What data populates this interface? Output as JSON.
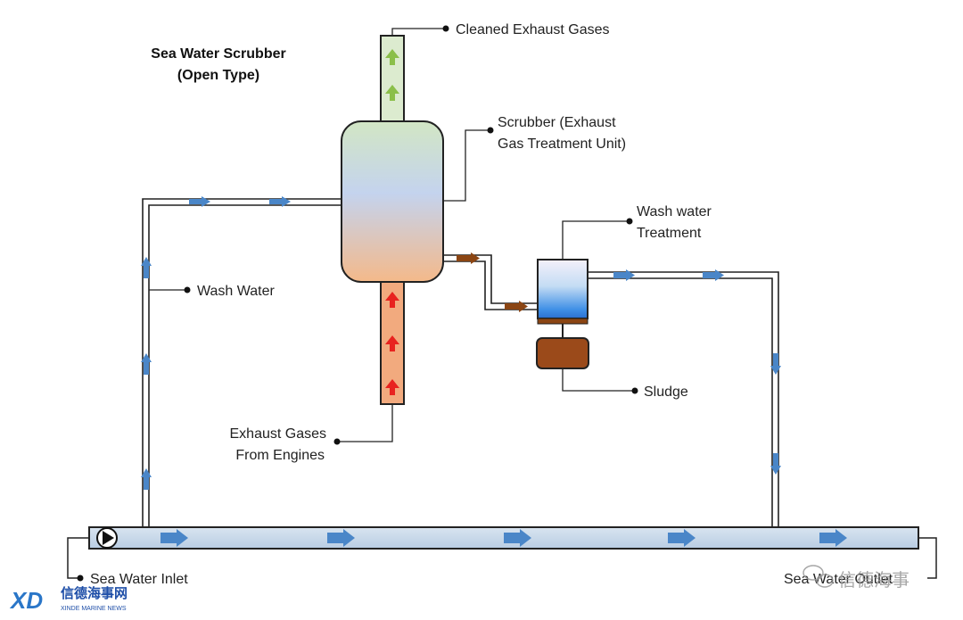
{
  "diagram": {
    "title_line1": "Sea Water Scrubber",
    "title_line2": "(Open Type)",
    "labels": {
      "cleaned_exhaust": "Cleaned  Exhaust Gases",
      "scrubber_line1": "Scrubber (Exhaust",
      "scrubber_line2": "Gas Treatment Unit)",
      "wash_water_treatment_line1": "Wash water",
      "wash_water_treatment_line2": "Treatment",
      "wash_water": "Wash Water",
      "sludge": "Sludge",
      "exhaust_from_engines_line1": "Exhaust Gases",
      "exhaust_from_engines_line2": "From Engines",
      "sea_water_inlet": "Sea Water Inlet",
      "sea_water_outlet": "Sea Water Outlet"
    },
    "colors": {
      "pipe": "#1a1a1a",
      "flow_arrow_blue": "#4a86c8",
      "flow_arrow_brown": "#8b4513",
      "exhaust_hot_arrow": "#e8231f",
      "exhaust_clean_arrow": "#8bbf4a",
      "main_pipe_fill": "#c9d8e8",
      "sludge_tank": "#9b4a1a"
    }
  },
  "watermark": {
    "logo_text": "XD",
    "cn_name": "信德海事网",
    "en_name": "XINDE MARINE NEWS",
    "wechat_tag": "信德海事"
  }
}
